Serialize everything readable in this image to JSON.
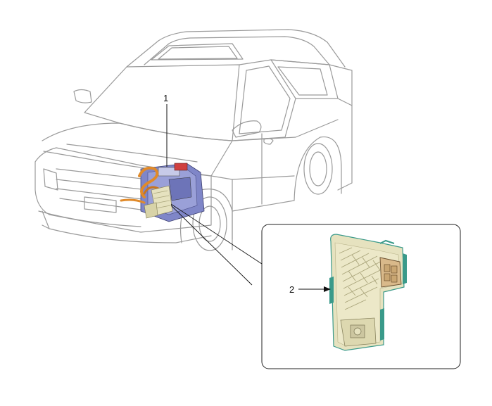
{
  "callouts": [
    {
      "id": "1",
      "label": "1"
    },
    {
      "id": "2",
      "label": "2"
    }
  ],
  "colors": {
    "outline": "#9a9a9a",
    "engine_blue": "#7f86c8",
    "engine_orange": "#e08a2a",
    "module_body": "#e6e2bf",
    "module_edge": "#3a9a8a",
    "connector": "#d9b98a"
  }
}
